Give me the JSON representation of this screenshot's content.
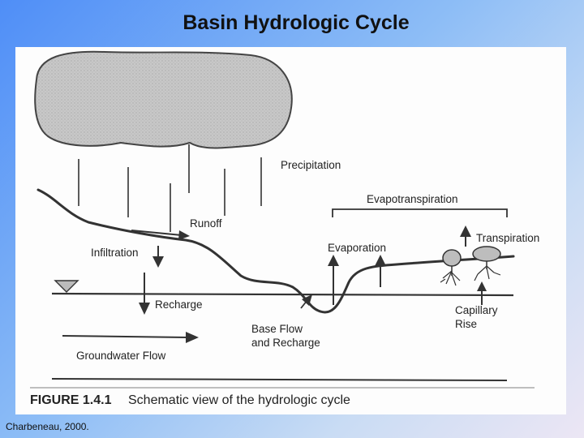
{
  "slide": {
    "title": "Basin Hydrologic Cycle",
    "credit": "Charbeneau, 2000."
  },
  "figure": {
    "caption_number": "FIGURE 1.4.1",
    "caption_text": "Schematic view of the hydrologic cycle",
    "labels": {
      "precipitation": "Precipitation",
      "evapotranspiration": "Evapotranspiration",
      "runoff": "Runoff",
      "transpiration": "Transpiration",
      "evaporation": "Evaporation",
      "infiltration": "Infiltration",
      "recharge": "Recharge",
      "capillary_rise_1": "Capillary",
      "capillary_rise_2": "Rise",
      "base_flow_1": "Base Flow",
      "base_flow_2": "and Recharge",
      "groundwater_flow": "Groundwater Flow"
    }
  }
}
